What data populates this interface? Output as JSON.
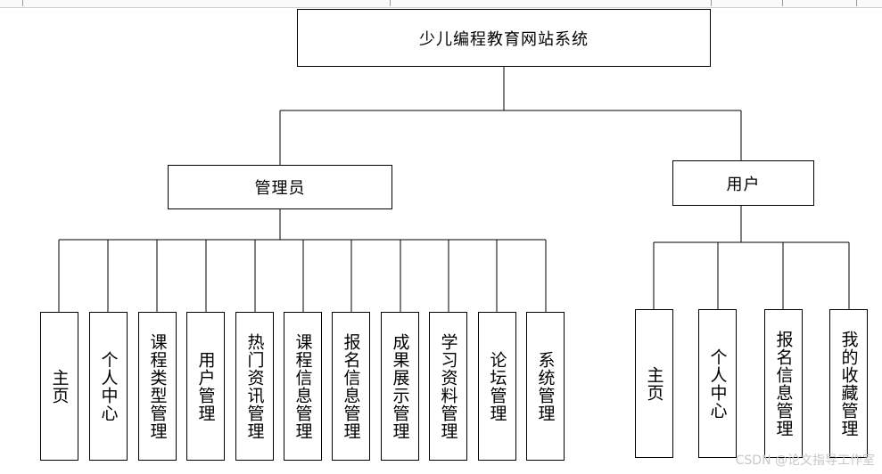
{
  "diagram": {
    "root": "少儿编程教育网站系统",
    "roles": [
      {
        "name": "管理员",
        "modules": [
          "主页",
          "个人中心",
          "课程类型管理",
          "用户管理",
          "热门资讯管理",
          "课程信息管理",
          "报名信息管理",
          "成果展示管理",
          "学习资料管理",
          "论坛管理",
          "系统管理"
        ]
      },
      {
        "name": "用户",
        "modules": [
          "主页",
          "个人中心",
          "报名信息管理",
          "我的收藏管理"
        ]
      }
    ]
  },
  "watermark": "CSDN @论文指导工作室"
}
